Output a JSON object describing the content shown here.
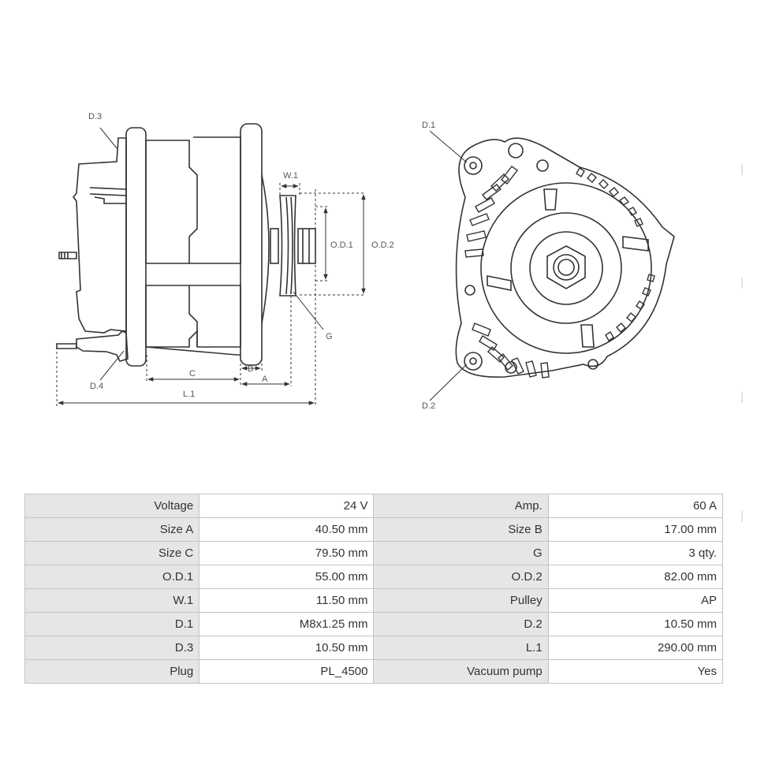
{
  "diagram": {
    "labels": {
      "d3": "D.3",
      "d4": "D.4",
      "w1": "W.1",
      "od1": "O.D.1",
      "od2": "O.D.2",
      "g": "G",
      "c": "C",
      "b": "B",
      "a": "A",
      "l1": "L.1",
      "d1": "D.1",
      "d2": "D.2"
    }
  },
  "specs": {
    "rows": [
      [
        {
          "label": "Voltage",
          "value": "24 V"
        },
        {
          "label": "Amp.",
          "value": "60 A"
        }
      ],
      [
        {
          "label": "Size A",
          "value": "40.50 mm"
        },
        {
          "label": "Size B",
          "value": "17.00 mm"
        }
      ],
      [
        {
          "label": "Size C",
          "value": "79.50 mm"
        },
        {
          "label": "G",
          "value": "3 qty."
        }
      ],
      [
        {
          "label": "O.D.1",
          "value": "55.00 mm"
        },
        {
          "label": "O.D.2",
          "value": "82.00 mm"
        }
      ],
      [
        {
          "label": "W.1",
          "value": "11.50 mm"
        },
        {
          "label": "Pulley",
          "value": "AP"
        }
      ],
      [
        {
          "label": "D.1",
          "value": "M8x1.25 mm"
        },
        {
          "label": "D.2",
          "value": "10.50 mm"
        }
      ],
      [
        {
          "label": "D.3",
          "value": "10.50 mm"
        },
        {
          "label": "L.1",
          "value": "290.00 mm"
        }
      ],
      [
        {
          "label": "Plug",
          "value": "PL_4500"
        },
        {
          "label": "Vacuum pump",
          "value": "Yes"
        }
      ]
    ]
  }
}
